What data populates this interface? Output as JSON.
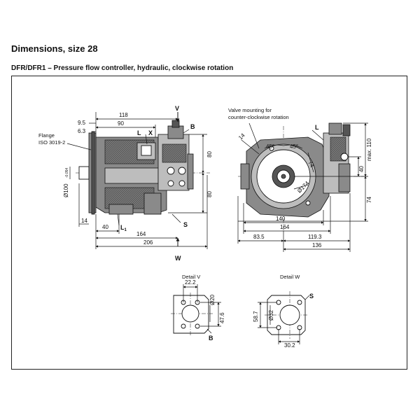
{
  "title": "Dimensions, size 28",
  "subtitle": "DFR/DFR1 – Pressure flow controller, hydraulic, clockwise rotation",
  "left_view": {
    "labels": {
      "flange_line1": "Flange",
      "flange_line2": "ISO 3019-2",
      "shaft_dia": "Ø100",
      "shaft_tol": "-0.054",
      "port_L": "L",
      "port_X": "X",
      "port_V": "V",
      "port_B": "B",
      "port_L1": "L",
      "port_L1_sub": "1",
      "port_S": "S",
      "view_W": "W"
    },
    "dims": {
      "d118": "118",
      "d90": "90",
      "d9_5": "9.5",
      "d6_3": "6.3",
      "d14": "14",
      "d40": "40",
      "d164": "164",
      "d206": "206",
      "d80_top": "80",
      "d80_bot": "80"
    }
  },
  "right_view": {
    "note_line1": "Valve mounting for",
    "note_line2": "counter-clockwise rotation",
    "labels": {
      "port_L": "L"
    },
    "dims": {
      "d14": "14",
      "a45a": "45°",
      "a45b": "45°",
      "d74_diag": "74",
      "d174": "Ø174",
      "dmax110": "max. 110",
      "d40": "40",
      "d74": "74",
      "d140": "140",
      "d164": "164",
      "d83_5": "83.5",
      "d119_3": "119.3",
      "d136": "136"
    }
  },
  "detail_v": {
    "title": "Detail V",
    "d22_2": "22.2",
    "d20": "Ø20",
    "d47_6": "47.6",
    "port": "B"
  },
  "detail_w": {
    "title": "Detail W",
    "d58_7": "58.7",
    "d32": "Ø32",
    "d30_2": "30.2",
    "port": "S"
  }
}
